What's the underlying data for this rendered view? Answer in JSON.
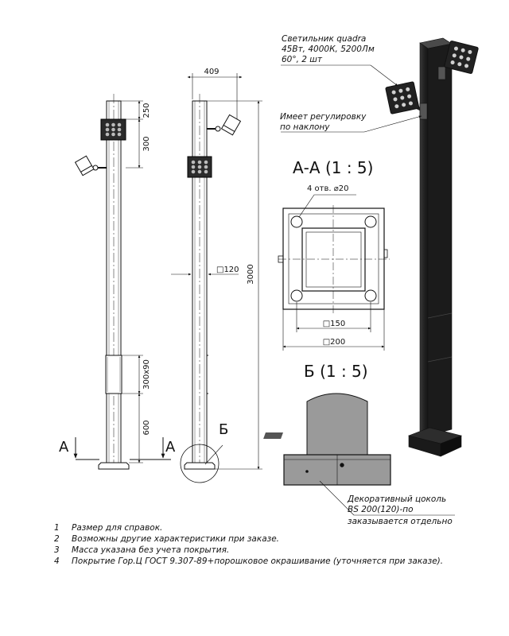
{
  "callouts": {
    "luminaire": [
      "Светильник quadra",
      "45Вт, 4000К, 5200Лм",
      "60°, 2 шт"
    ],
    "tilt": [
      "Имеет регулировку",
      "по наклону"
    ],
    "plinth": [
      "Декоративный цоколь",
      "BS 200(120)-по",
      "заказывается отдельно"
    ]
  },
  "dimensions": {
    "top_offset": "250",
    "head_spacing": "300",
    "hatch_size": "300х90",
    "hatch_height": "600",
    "outreach": "409",
    "pole_section": "□120",
    "total_height": "3000",
    "holes": "4 отв. ⌀20",
    "inner_square": "□150",
    "outer_square": "□200"
  },
  "sections": {
    "section_aa": "А-А (1 : 5)",
    "section_b": "Б (1 : 5)",
    "cut_marker": "А",
    "view_marker": "Б"
  },
  "notes": [
    {
      "num": "1",
      "text": "Размер для справок."
    },
    {
      "num": "2",
      "text": "Возможны другие характеристики при заказе."
    },
    {
      "num": "3",
      "text": "Масса указана без учета покрытия."
    },
    {
      "num": "4",
      "text": "Покрытие Гор.Ц ГОСТ 9.307-89+порошковое окрашивание (уточняется при заказе)."
    }
  ]
}
